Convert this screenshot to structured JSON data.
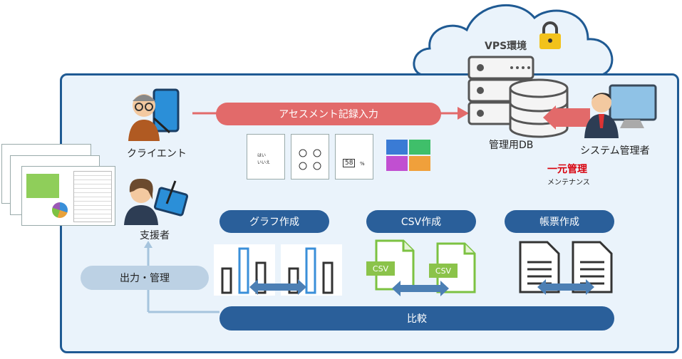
{
  "cloud": {
    "label": "VPS環境"
  },
  "arrow_main": {
    "label": "アセスメント記録入力"
  },
  "db": {
    "label": "管理用DB"
  },
  "client": {
    "label": "クライエント"
  },
  "supporter": {
    "label": "支援者"
  },
  "admin": {
    "label": "システム管理者"
  },
  "unified": {
    "title": "一元管理",
    "sub": "メンテナンス"
  },
  "output": {
    "label": "出力・管理"
  },
  "graph": {
    "label": "グラフ作成"
  },
  "csv": {
    "label": "CSV作成",
    "tag": "CSV"
  },
  "report": {
    "label": "帳票作成"
  },
  "compare": {
    "label": "比較"
  },
  "forms": {
    "yes": "はい",
    "no": "いいえ",
    "number": "58",
    "unit": "%"
  },
  "colors": {
    "panel": "#eaf3fb",
    "border": "#1f5a93",
    "pill": "#2a5f9a",
    "arrow": "#e26a6a",
    "csv": "#8bc34a"
  }
}
